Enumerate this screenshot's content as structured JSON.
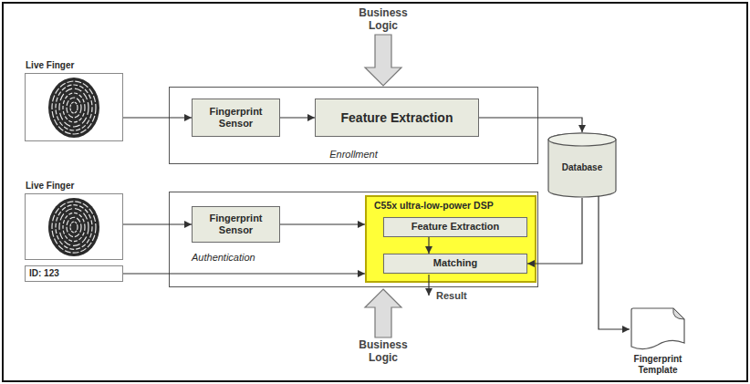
{
  "diagram": {
    "nodes": [
      {
        "text": [
          "Live Finger"
        ]
      },
      {
        "text": [
          "Enrollment"
        ]
      },
      {
        "text": [
          "Fingerprint Sensor"
        ],
        "in": 1
      },
      {
        "text": [
          "Feature Extraction"
        ],
        "in": 1
      },
      {
        "text": [
          "Database"
        ]
      },
      {
        "text": [
          "Live Finger"
        ]
      },
      {
        "text": [
          "ID: 123"
        ]
      },
      {
        "text": [
          "Authentication"
        ]
      },
      {
        "text": [
          "Fingerprint Sensor"
        ],
        "in": 7
      },
      {
        "text": [
          "C55x ultra-low-power DSP"
        ],
        "in": 7
      },
      {
        "text": [
          "Feature Extraction"
        ],
        "in": 9
      },
      {
        "text": [
          "Matching"
        ],
        "in": 9
      },
      {
        "text": [
          "Fingerprint Template"
        ]
      }
    ],
    "edges": [
      {
        "from": 0,
        "to": 2,
        "arrow": "to"
      },
      {
        "from": 2,
        "to": 3,
        "arrow": "to"
      },
      {
        "from": 3,
        "to": 4,
        "arrow": "to"
      },
      {
        "from": 5,
        "to": 8,
        "arrow": "to"
      },
      {
        "from": 8,
        "to": 9,
        "arrow": "to"
      },
      {
        "from": 6,
        "to": 9,
        "arrow": "to"
      },
      {
        "from": 10,
        "to": 11,
        "arrow": "to"
      },
      {
        "from": 4,
        "to": 11,
        "arrow": "to"
      },
      {
        "from": 4,
        "to": 12,
        "arrow": "to"
      }
    ],
    "labels": [
      "Business Logic",
      "Result",
      "Business Logic"
    ]
  }
}
